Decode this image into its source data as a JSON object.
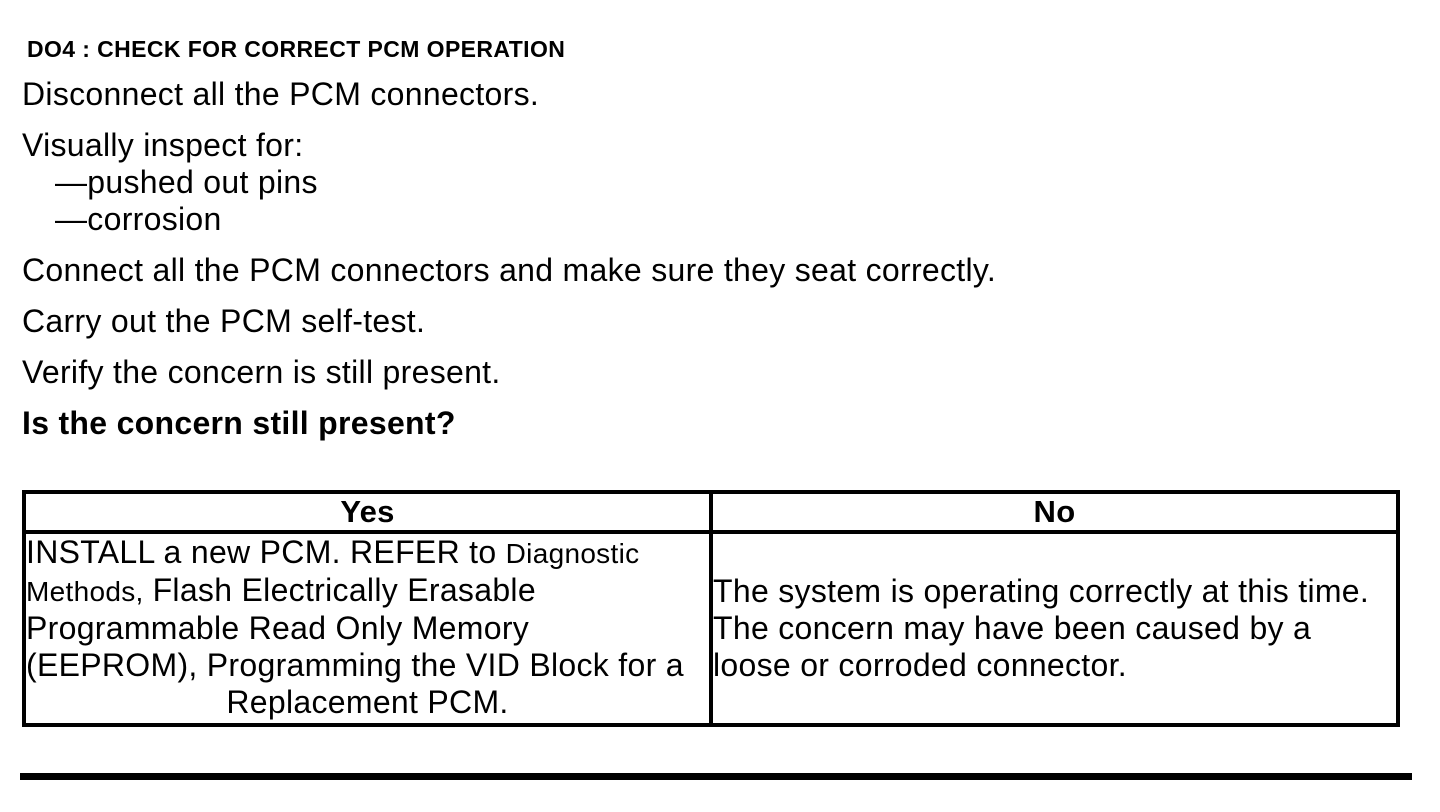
{
  "page": {
    "title": "DO4 : CHECK FOR CORRECT PCM OPERATION",
    "procedure": {
      "step1": "Disconnect all the PCM connectors.",
      "step2": "Visually inspect for:",
      "inspect_items": {
        "item1": "—pushed out pins",
        "item2": "—corrosion"
      },
      "step3": "Connect all the PCM connectors and make sure they seat correctly.",
      "step4": "Carry out the PCM self-test.",
      "step5": "Verify the concern is still present.",
      "question": "Is the concern still present?"
    },
    "result_table": {
      "yes_header": "Yes",
      "no_header": "No",
      "yes_action": {
        "line1_main": "INSTALL a new PCM. REFER to ",
        "line1_ref": "Diagnostic",
        "line2_ref": "Methods,",
        "line2_main": "Flash Electrically Erasable",
        "line3": "Programmable Read Only Memory",
        "line4": "(EEPROM), Programming the VID Block for a",
        "line5": "Replacement PCM."
      },
      "no_action": {
        "line1": "The system is operating correctly at this time.",
        "line2": "The concern may have been caused by a",
        "line3": "loose or corroded connector."
      }
    },
    "colors": {
      "text": "#000000",
      "background": "#ffffff",
      "border": "#000000"
    }
  }
}
